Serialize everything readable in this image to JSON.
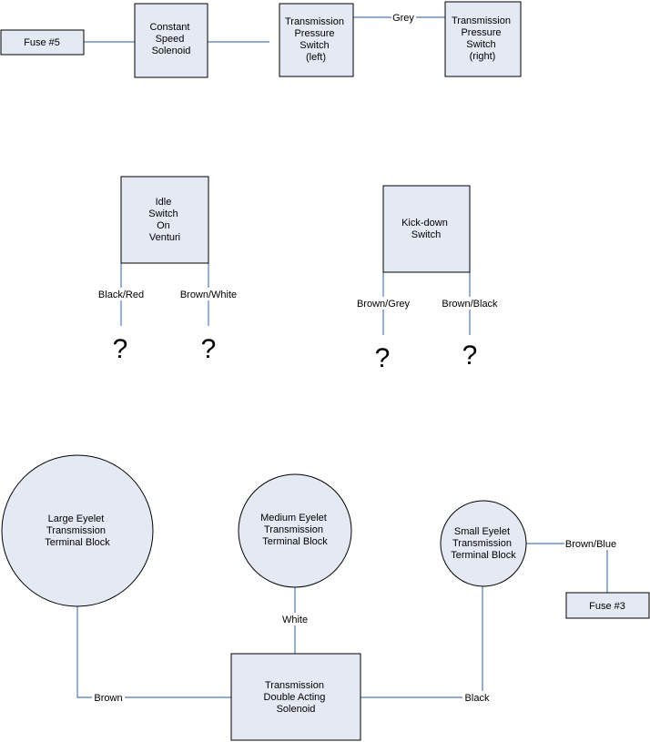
{
  "components": {
    "fuse5": "Fuse #5",
    "constant_speed_solenoid": [
      "Constant",
      "Speed",
      "Solenoid"
    ],
    "trans_pressure_left": [
      "Transmission",
      "Pressure",
      "Switch",
      "(left)"
    ],
    "trans_pressure_right": [
      "Transmission",
      "Pressure",
      "Switch",
      "(right)"
    ],
    "idle_switch": [
      "Idle",
      "Switch",
      "On",
      "Venturi"
    ],
    "kickdown_switch": [
      "Kick-down",
      "Switch"
    ],
    "large_eyelet": [
      "Large Eyelet",
      "Transmission",
      "Terminal Block"
    ],
    "medium_eyelet": [
      "Medium Eyelet",
      "Transmission",
      "Terminal Block"
    ],
    "small_eyelet": [
      "Small Eyelet",
      "Transmission",
      "Terminal Block"
    ],
    "fuse3": "Fuse #3",
    "double_acting_solenoid": [
      "Transmission",
      "Double Acting",
      "Solenoid"
    ]
  },
  "wires": {
    "grey": "Grey",
    "black_red": "Black/Red",
    "brown_white": "Brown/White",
    "brown_grey": "Brown/Grey",
    "brown_black": "Brown/Black",
    "white": "White",
    "brown_blue": "Brown/Blue",
    "brown": "Brown",
    "black": "Black"
  },
  "unknown_mark": "?",
  "colors": {
    "box_fill": "#e4e9f3",
    "wire": "#4e7cb3",
    "outline": "#000000"
  }
}
